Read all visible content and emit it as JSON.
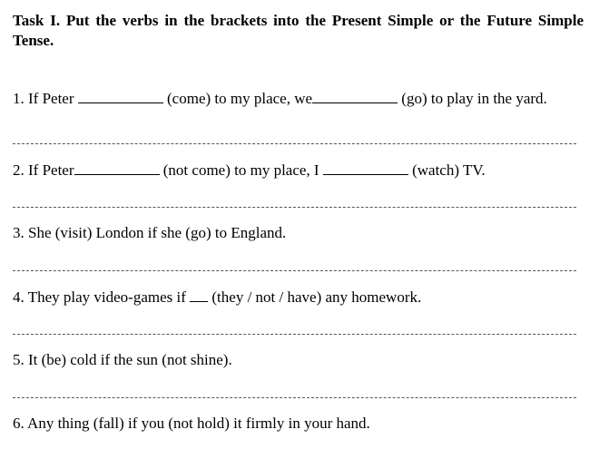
{
  "task": {
    "title": "Task I. Put the verbs in the brackets into the Present Simple or the Future Simple Tense."
  },
  "exercises": [
    {
      "parts": [
        "1. If Peter ",
        " (come) to my place, we",
        " (go) to play in the yard."
      ]
    },
    {
      "parts": [
        "2. If Peter",
        " (not come) to my place, I ",
        " (watch) TV."
      ]
    },
    {
      "text": "3. She (visit) London if she (go) to England."
    },
    {
      "parts": [
        "4. They play video-games if ",
        " (they / not / have) any homework."
      ]
    },
    {
      "text": "5. It (be) cold if the sun (not shine)."
    },
    {
      "text": "6. Any thing (fall) if you (not hold) it firmly in your hand."
    }
  ]
}
